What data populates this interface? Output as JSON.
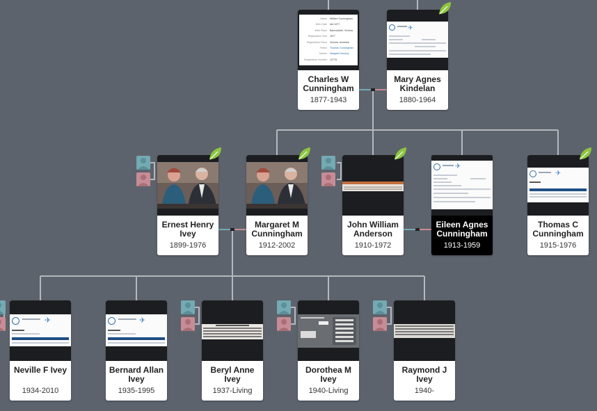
{
  "charles": {
    "name": "Charles W Cunningham",
    "dates": "1877-1943",
    "fields": [
      {
        "label": "Name",
        "value": "William Cunningham"
      },
      {
        "label": "Birth Date",
        "value": "Abt 1877"
      },
      {
        "label": "Birth Place",
        "value": "Balmoddale, Victoria"
      },
      {
        "label": "Registration Year",
        "value": "1877"
      },
      {
        "label": "Registration Place",
        "value": "Victoria, Australia"
      },
      {
        "label": "Father",
        "value": "Thomas Cunningham"
      },
      {
        "label": "Mother",
        "value": "Margaret Murphy"
      },
      {
        "label": "Registration Number",
        "value": "12778"
      }
    ]
  },
  "mary": {
    "name": "Mary Agnes Kindelan",
    "dates": "1880-1964"
  },
  "ernest": {
    "name": "Ernest Henry Ivey",
    "dates": "1899-1976"
  },
  "margaret": {
    "name": "Margaret M Cunningham",
    "dates": "1912-2002"
  },
  "john": {
    "name": "John William Anderson",
    "dates": "1910-1972"
  },
  "eileen": {
    "name": "Eileen Agnes Cunningham",
    "dates": "1913-1959"
  },
  "thomas": {
    "name": "Thomas C Cunningham",
    "dates": "1915-1976"
  },
  "neville": {
    "name": "Neville F Ivey",
    "dates": "1934-2010"
  },
  "bernard": {
    "name": "Bernard Allan Ivey",
    "dates": "1935-1995"
  },
  "beryl": {
    "name": "Beryl Anne Ivey",
    "dates": "1937-Living"
  },
  "dorothea": {
    "name": "Dorothea M Ivey",
    "dates": "1940-Living"
  },
  "raymond": {
    "name": "Raymond J Ivey",
    "dates": "1940-"
  },
  "icons": {
    "leaf": "leaf-hint-icon",
    "male": "male-parents-icon",
    "female": "female-parents-icon"
  },
  "colors": {
    "background": "#5d636c",
    "male_line": "#74aab3",
    "female_line": "#c78c95",
    "leaf": "#8dc63f",
    "selected": "#000000"
  }
}
